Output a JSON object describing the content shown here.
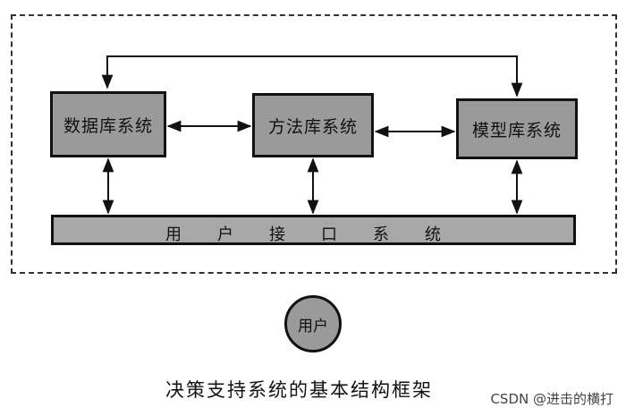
{
  "diagram": {
    "nodes": {
      "database": "数据库系统",
      "method": "方法库系统",
      "model": "模型库系统",
      "user_interface": [
        "用",
        "户",
        "接",
        "口",
        "系",
        "统"
      ],
      "user": "用户"
    },
    "caption": "决策支持系统的基本结构框架",
    "edges": [
      {
        "from": "数据库系统",
        "to": "方法库系统",
        "direction": "both"
      },
      {
        "from": "方法库系统",
        "to": "模型库系统",
        "direction": "both"
      },
      {
        "from": "数据库系统",
        "to": "模型库系统",
        "direction": "both"
      },
      {
        "from": "数据库系统",
        "to": "用户接口系统",
        "direction": "both"
      },
      {
        "from": "方法库系统",
        "to": "用户接口系统",
        "direction": "both"
      },
      {
        "from": "模型库系统",
        "to": "用户接口系统",
        "direction": "both"
      }
    ]
  },
  "watermark": "CSDN @进击的横打"
}
